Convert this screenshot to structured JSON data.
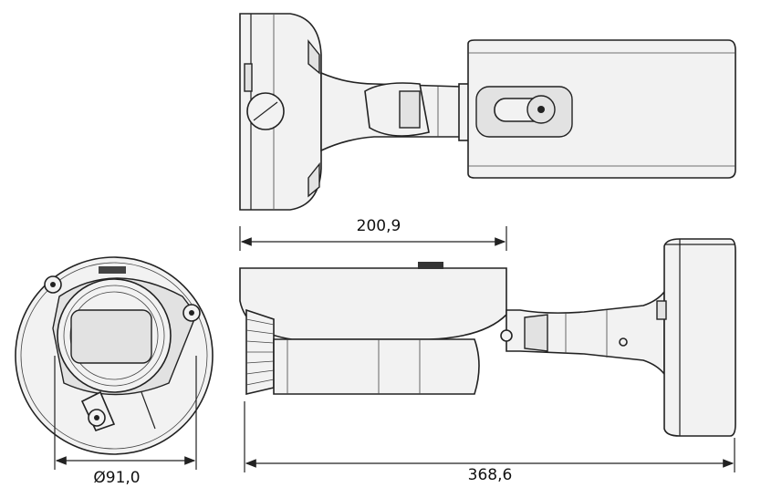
{
  "dimensions": {
    "mount_to_front_length": "200,9",
    "front_diameter": "Ø91,0",
    "total_length": "368,6"
  }
}
